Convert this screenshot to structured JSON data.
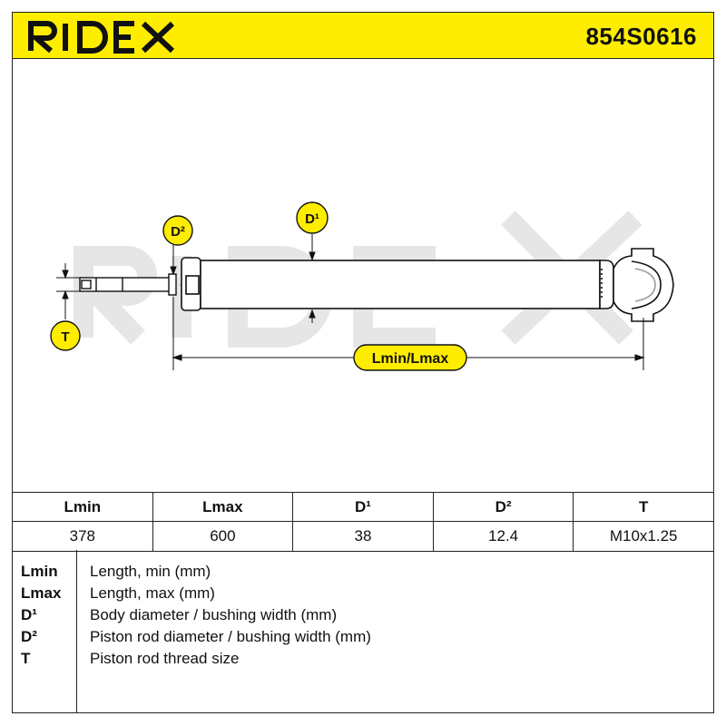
{
  "header": {
    "brand": "RIDEX",
    "part_number": "854S0616",
    "brand_color": "#111111",
    "background_color": "#ffed00"
  },
  "drawing": {
    "watermark": "RIDEX",
    "callouts": {
      "d1": "D¹",
      "d2": "D²",
      "t": "T",
      "length": "Lmin/Lmax"
    },
    "callout_fill": "#ffed00",
    "callout_text_color": "#111111"
  },
  "spec_table": {
    "headers": [
      "Lmin",
      "Lmax",
      "D¹",
      "D²",
      "T"
    ],
    "values": [
      "378",
      "600",
      "38",
      "12.4",
      "M10x1.25"
    ]
  },
  "legend": [
    {
      "key": "Lmin",
      "desc": "Length, min (mm)"
    },
    {
      "key": "Lmax",
      "desc": "Length, max (mm)"
    },
    {
      "key": "D¹",
      "desc": "Body diameter / bushing width (mm)"
    },
    {
      "key": "D²",
      "desc": "Piston rod diameter / bushing width (mm)"
    },
    {
      "key": "T",
      "desc": "Piston rod thread size"
    }
  ]
}
